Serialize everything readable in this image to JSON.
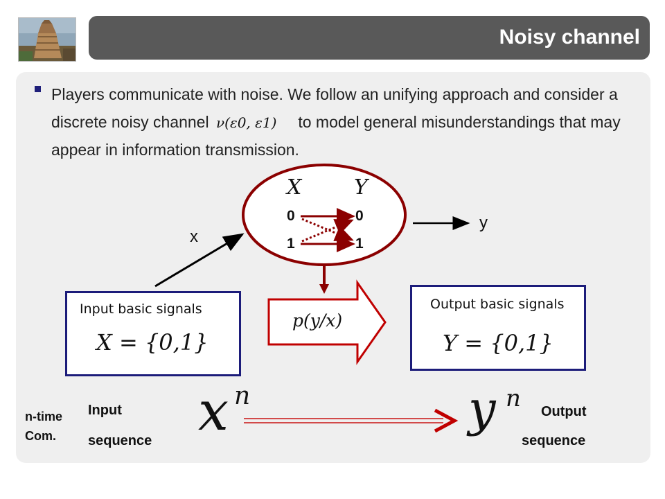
{
  "header": {
    "title": "Noisy channel"
  },
  "bullet": {
    "text_before": "Players communicate with noise. We follow an unifying approach and consider a discrete noisy channel",
    "formula": "ν(ε0, ε1)",
    "text_after": "to model general misunderstandings that may appear in information transmission."
  },
  "diagram": {
    "channel_x_label": "X",
    "channel_y_label": "Y",
    "input_bits": [
      "0",
      "1"
    ],
    "output_bits": [
      "0",
      "1"
    ],
    "x_label": "x",
    "y_label": "y",
    "input_box_title": "Input basic signals",
    "input_box_formula": "X = {0,1}",
    "output_box_title": "Output basic signals",
    "output_box_formula": "Y = {0,1}",
    "arrow_formula": "p(y/x)"
  },
  "sequence": {
    "n_time_line1": "n-time",
    "n_time_line2": "Com.",
    "input_line1": "Input",
    "input_line2": "sequence",
    "output_line1": "Output",
    "output_line2": "sequence",
    "x_base": "x",
    "x_exp": "n",
    "y_base": "y",
    "y_exp": "n"
  },
  "colors": {
    "title_bar": "#595959",
    "panel": "#efefef",
    "dark_red": "#8b0000",
    "red_arrow": "#c00000",
    "box_border": "#1c1c7a"
  }
}
